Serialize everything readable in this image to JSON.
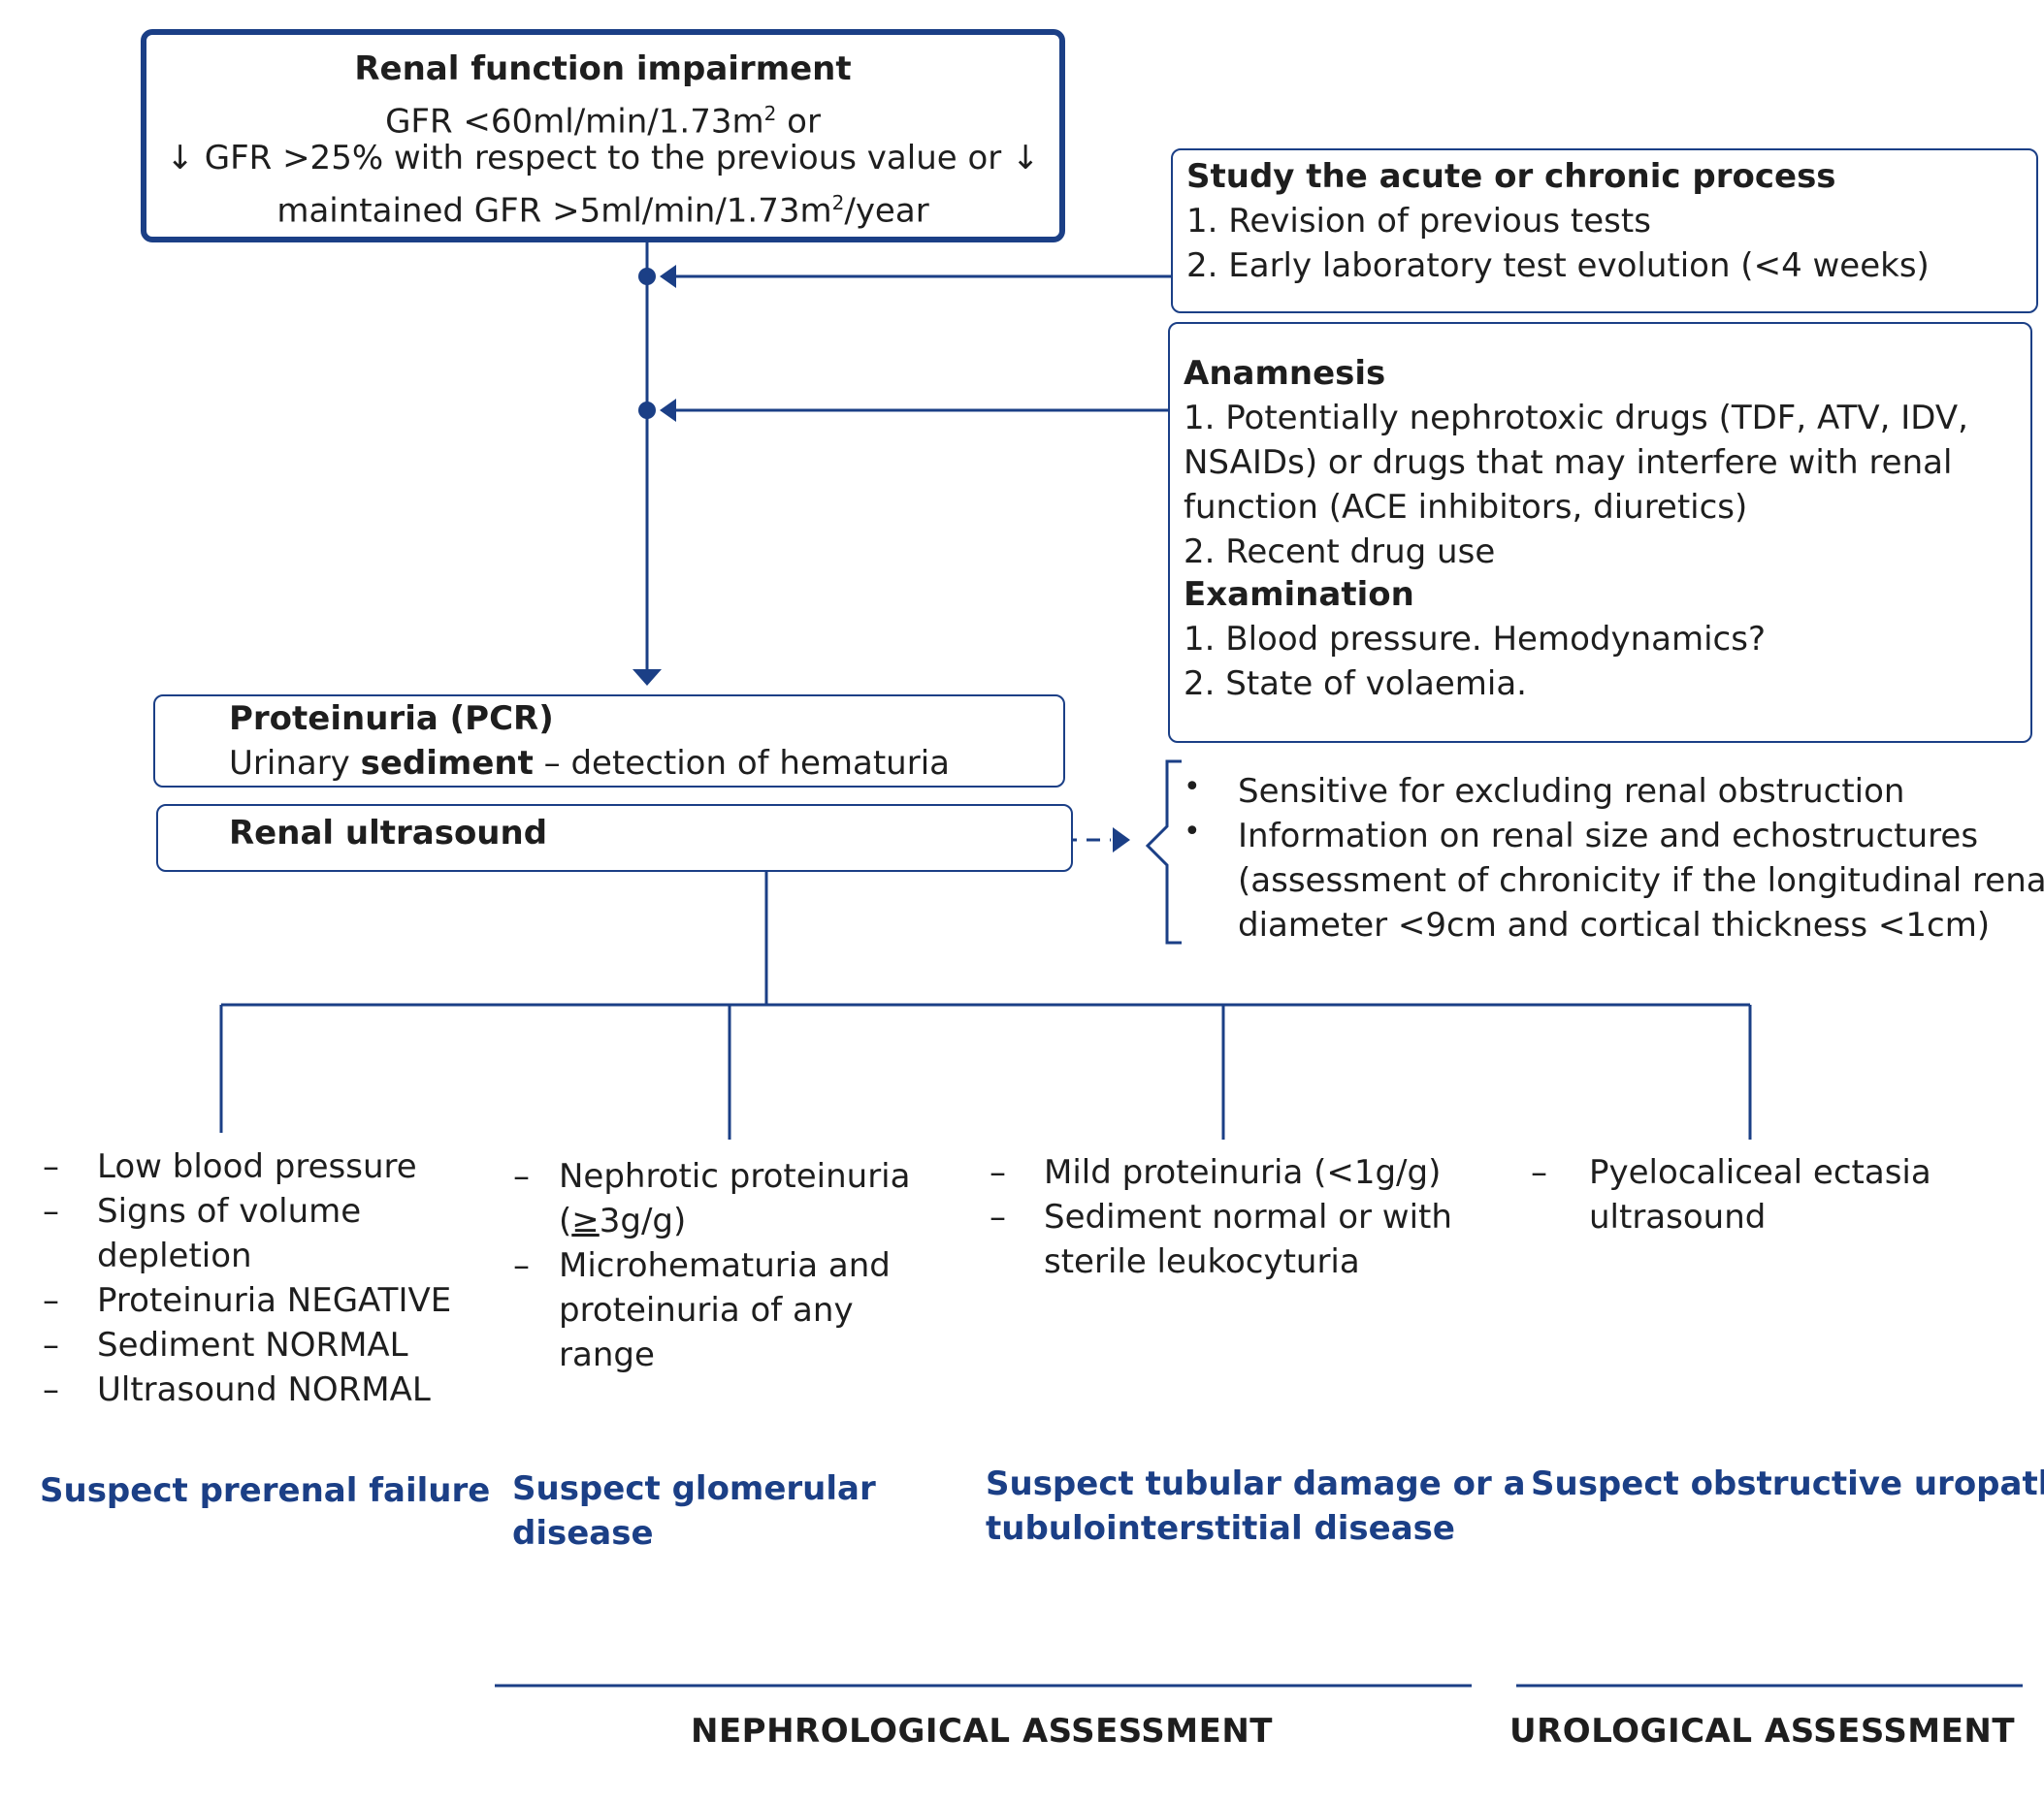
{
  "top_box": {
    "title": "Renal function impairment",
    "line1": "GFR <60ml/min/1.73m",
    "line1_sup": "2",
    "line1_end": " or",
    "line2": "↓ GFR >25% with respect to the previous value or ↓",
    "line3": "maintained GFR >5ml/min/1.73m",
    "line3_sup": "2",
    "line3_end": "/year"
  },
  "study_box": {
    "title": "Study the acute or chronic process",
    "items": [
      "1. Revision of previous tests",
      "2. Early laboratory test evolution (<4 weeks)"
    ]
  },
  "anamnesis_box": {
    "title1": "Anamnesis",
    "lines1": [
      "1. Potentially nephrotoxic drugs (TDF, ATV, IDV,",
      "NSAIDs) or drugs that may interfere with renal",
      "function (ACE inhibitors, diuretics)",
      "2. Recent drug use"
    ],
    "title2": "Examination",
    "lines2": [
      "1. Blood pressure. Hemodynamics?",
      "2. State of volaemia."
    ]
  },
  "proteinuria_box": {
    "title": "Proteinuria (PCR)",
    "line_pre": "Urinary ",
    "line_bold": "sediment",
    "line_post": " – detection of hematuria"
  },
  "ultrasound_box": {
    "title": "Renal ultrasound"
  },
  "ultrasound_notes": {
    "bullet": "•",
    "item1": "Sensitive for excluding renal obstruction",
    "item2_lines": [
      "Information on renal size and echostructures",
      "(assessment of chronicity if the longitudinal renal",
      "diameter <9cm and cortical thickness <1cm)"
    ]
  },
  "dash": "–",
  "columns": [
    {
      "items": [
        [
          "Low blood pressure"
        ],
        [
          "Signs of volume",
          "depletion"
        ],
        [
          "Proteinuria NEGATIVE"
        ],
        [
          "Sediment NORMAL"
        ],
        [
          "Ultrasound NORMAL"
        ]
      ],
      "conclusion": [
        "Suspect prerenal failure"
      ]
    },
    {
      "items_special": true,
      "item1_line1": "Nephrotic proteinuria",
      "item1_line2_u": "≥",
      "item1_line2_pre": "(",
      "item1_line2_post": "3g/g)",
      "item2": [
        "Microhematuria and",
        "proteinuria of any",
        "range"
      ],
      "conclusion": [
        "Suspect glomerular",
        "disease"
      ]
    },
    {
      "items": [
        [
          "Mild proteinuria (<1g/g)"
        ],
        [
          "Sediment normal or with",
          "sterile leukocyturia"
        ]
      ],
      "conclusion": [
        "Suspect tubular damage or a",
        "tubulointerstitial disease"
      ]
    },
    {
      "items": [
        [
          "Pyelocaliceal ectasia",
          "ultrasound"
        ]
      ],
      "conclusion": [
        "Suspect obstructive uropathy"
      ]
    }
  ],
  "footer": {
    "nephro": "NEPHROLOGICAL ASSESSMENT",
    "uro": "UROLOGICAL ASSESSMENT"
  },
  "colors": {
    "accent": "#1b3f86",
    "text": "#1e1e1e"
  }
}
